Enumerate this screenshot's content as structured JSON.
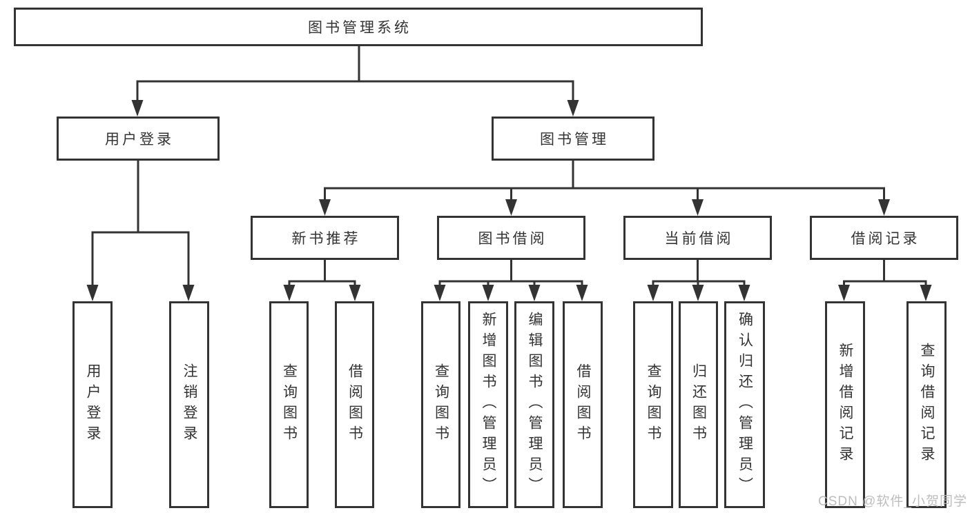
{
  "colors": {
    "line": "#333333",
    "text": "#333333",
    "box_background": "#ffffff",
    "page_background": "#ffffff",
    "watermark": "#b9b9b9"
  },
  "tree": {
    "root": {
      "label": "图书管理系统"
    },
    "branches": [
      {
        "label": "用户登录",
        "leaves": [
          {
            "label": "用户登录"
          },
          {
            "label": "注销登录"
          }
        ]
      },
      {
        "label": "图书管理",
        "groups": [
          {
            "label": "新书推荐",
            "leaves": [
              {
                "label": "查询图书"
              },
              {
                "label": "借阅图书"
              }
            ]
          },
          {
            "label": "图书借阅",
            "leaves": [
              {
                "label": "查询图书"
              },
              {
                "label": "新增图书（管理员）"
              },
              {
                "label": "编辑图书（管理员）"
              },
              {
                "label": "借阅图书"
              }
            ]
          },
          {
            "label": "当前借阅",
            "leaves": [
              {
                "label": "查询图书"
              },
              {
                "label": "归还图书"
              },
              {
                "label": "确认归还（管理员）"
              }
            ]
          },
          {
            "label": "借阅记录",
            "leaves": [
              {
                "label": "新增借阅记录"
              },
              {
                "label": "查询借阅记录"
              }
            ]
          }
        ]
      }
    ]
  },
  "watermark": {
    "text": "CSDN @软件_小贺同学"
  }
}
